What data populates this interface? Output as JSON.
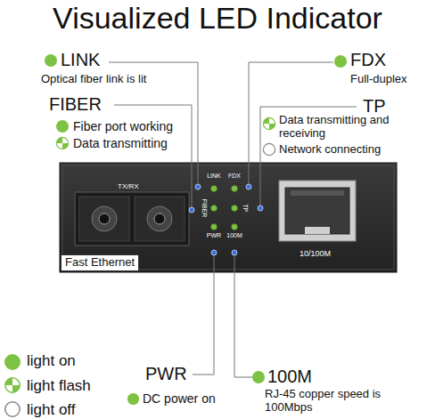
{
  "diagram": {
    "title": "Visualized LED Indicator",
    "labels": [
      "LINK",
      "Optical fiber link is lit",
      "FIBER",
      "Fiber port working",
      "Data transmitting",
      "FDX",
      "Full-duplex",
      "TP",
      "Data transmitting and receiving",
      "Network connecting",
      "TX/RX",
      "LINK",
      "FDX",
      "FIBER",
      "TP",
      "PWR",
      "100M",
      "Fast Ethernet",
      "10/100M",
      "PWR",
      "DC power on",
      "100M",
      "RJ-45 copper speed is 100Mbps"
    ],
    "legend": [
      {
        "text": "light on",
        "color": "#7dc242"
      },
      {
        "text": "light flash"
      },
      {
        "text": "light off"
      }
    ]
  }
}
